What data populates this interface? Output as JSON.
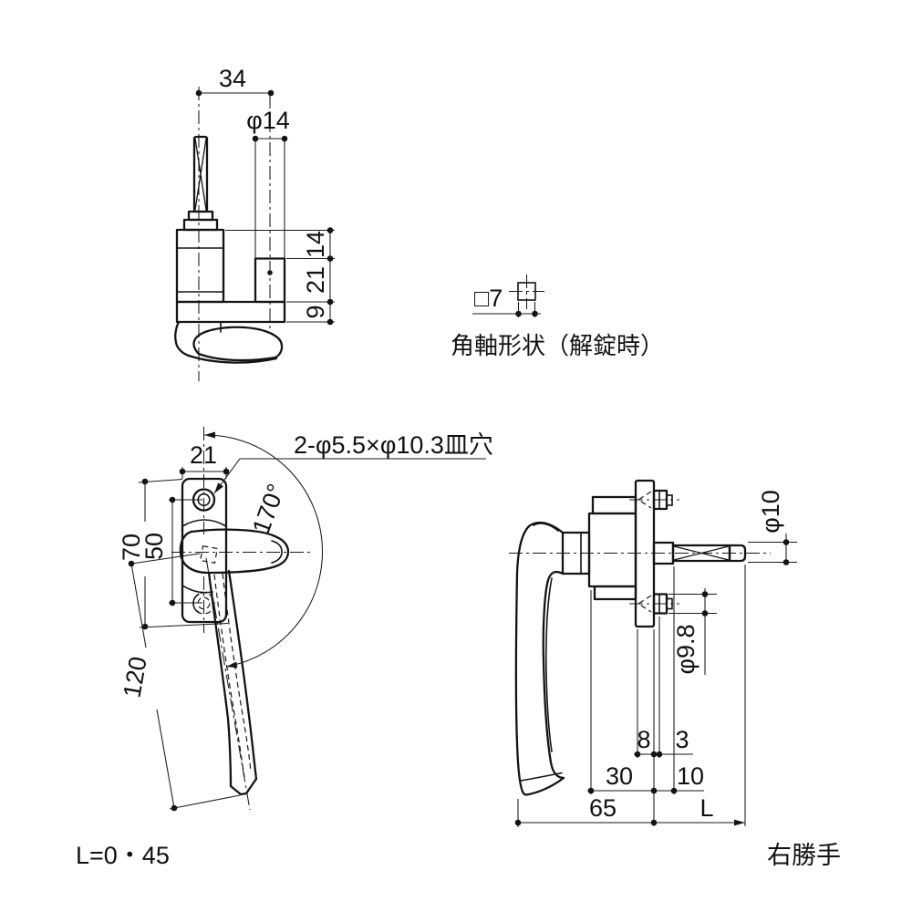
{
  "drawing": {
    "top_view": {
      "dim_width": "34",
      "dim_dia": "φ14",
      "dim_h14": "14",
      "dim_h21": "21",
      "dim_h9": "9"
    },
    "shaft_symbol": {
      "label": "□7",
      "caption": "角軸形状（解錠時）"
    },
    "front_view": {
      "dim_w21": "21",
      "countersink_note": "2-φ5.5×φ10.3皿穴",
      "dim_angle": "170°",
      "dim_h70": "70",
      "dim_h50": "50",
      "dim_len120": "120",
      "length_note": "L=0・45"
    },
    "side_view": {
      "dim_dia10": "φ10",
      "dim_dia98": "φ9.8",
      "dim_t8": "8",
      "dim_t3": "3",
      "dim_w30": "30",
      "dim_w10": "10",
      "dim_w65": "65",
      "dim_L": "L",
      "hand_note": "右勝手"
    }
  }
}
